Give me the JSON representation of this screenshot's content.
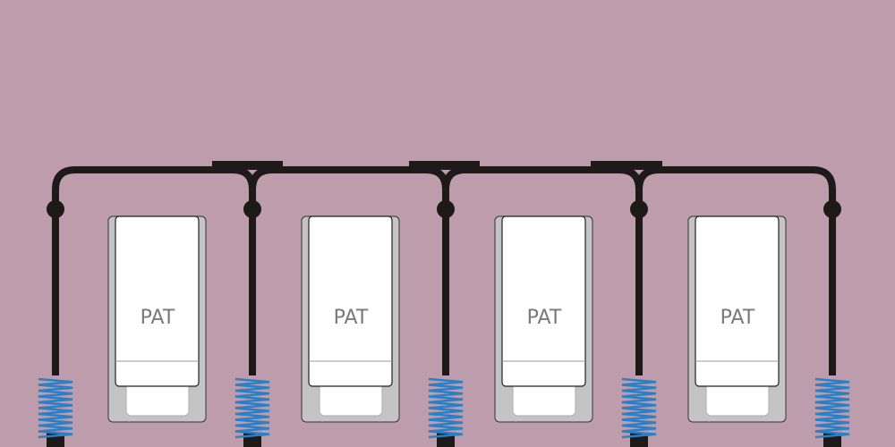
{
  "modules": [
    {
      "label": "PAT"
    },
    {
      "label": "PAT"
    },
    {
      "label": "PAT"
    },
    {
      "label": "PAT"
    }
  ],
  "colors": {
    "background": "#bd9cab",
    "wire": "#1e1a18",
    "spring": "#2a7fc6",
    "housing": "#c4c4c4",
    "card": "#ffffff",
    "text": "#7a7a7a"
  }
}
